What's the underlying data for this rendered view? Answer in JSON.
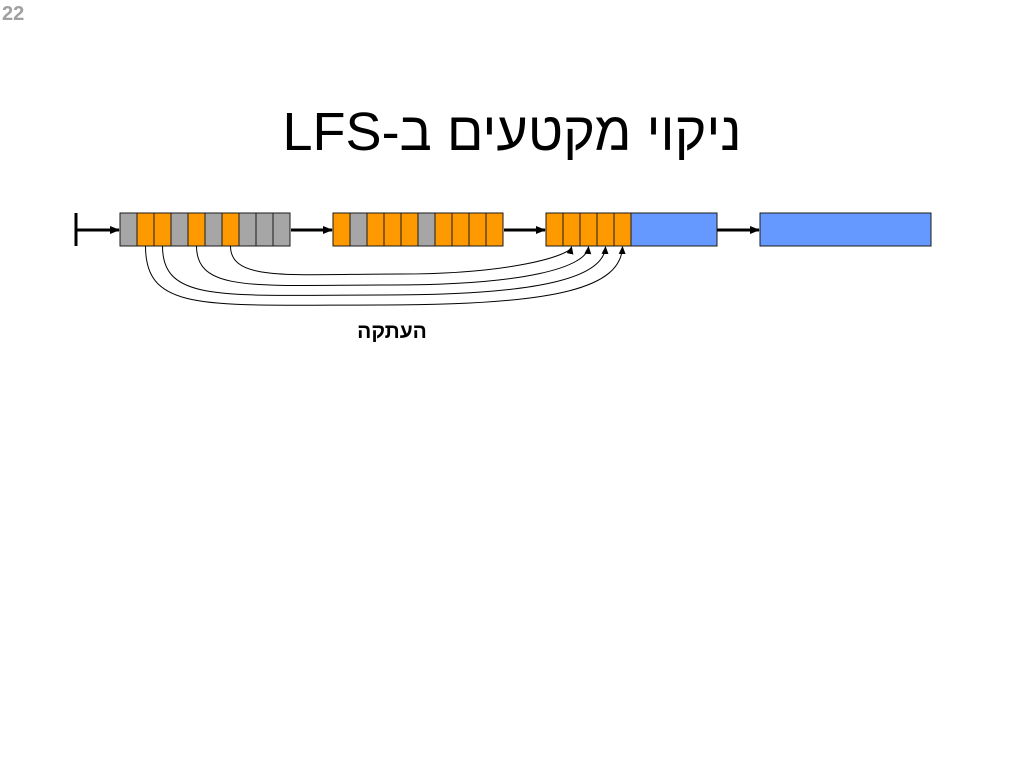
{
  "slide": {
    "number": "22",
    "title": "ניקוי מקטעים ב-LFS"
  },
  "diagram": {
    "copy_label": "העתקה",
    "colors": {
      "live": "#ff9900",
      "dead": "#a6a6a6",
      "free": "#6699ff",
      "outline": "#1a1a1a",
      "arrow": "#000000"
    },
    "segments": [
      {
        "blocks": [
          "dead",
          "live",
          "live",
          "dead",
          "live",
          "dead",
          "live",
          "dead",
          "dead",
          "dead"
        ]
      },
      {
        "blocks": [
          "live",
          "dead",
          "live",
          "live",
          "live",
          "dead",
          "live",
          "live",
          "live",
          "live"
        ]
      },
      {
        "blocks": [
          "live",
          "live",
          "live",
          "live",
          "live"
        ],
        "free": true
      },
      {
        "blocks": [],
        "free": true
      }
    ],
    "copies": [
      {
        "from_segment": 0,
        "from_block": 1,
        "to_segment": 2,
        "to_block": 4
      },
      {
        "from_segment": 0,
        "from_block": 2,
        "to_segment": 2,
        "to_block": 3
      },
      {
        "from_segment": 0,
        "from_block": 4,
        "to_segment": 2,
        "to_block": 2
      },
      {
        "from_segment": 0,
        "from_block": 6,
        "to_segment": 2,
        "to_block": 1
      }
    ]
  }
}
